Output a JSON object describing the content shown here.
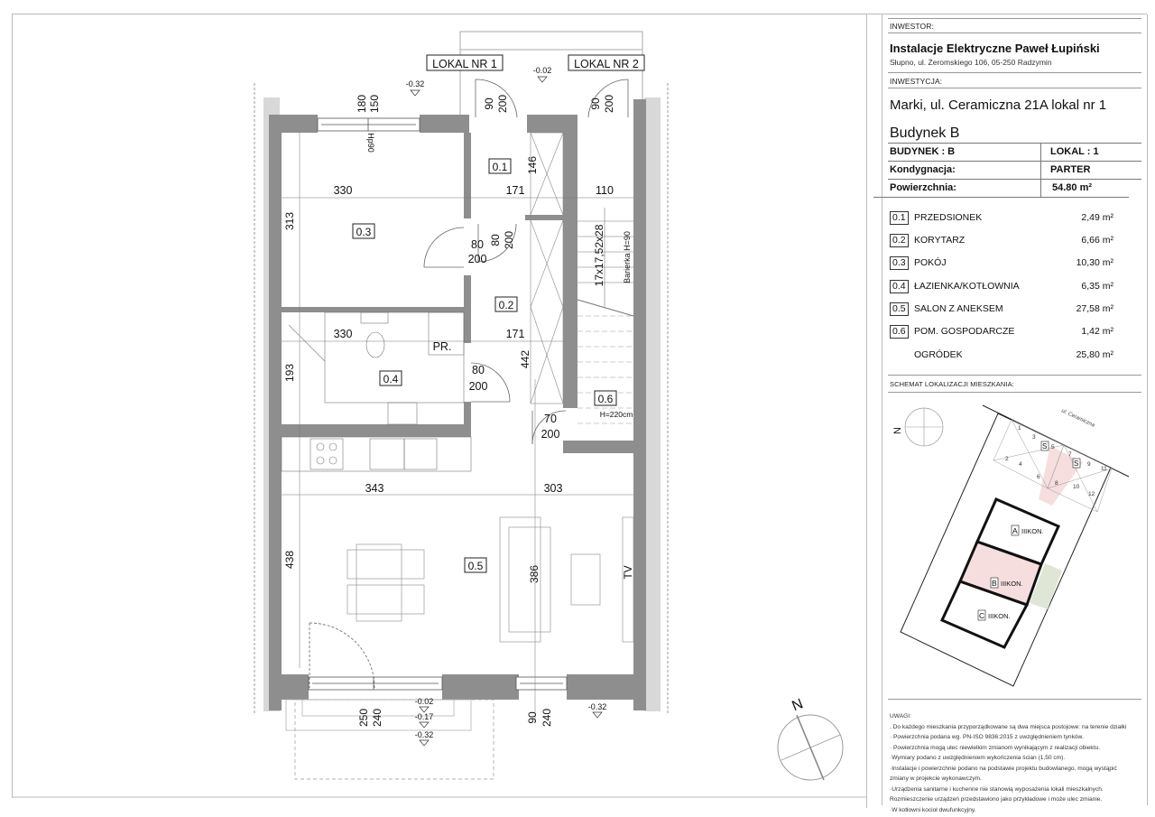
{
  "title_block": {
    "investor_label": "INWESTOR:",
    "investor_name": "Instalacje Elektryczne Paweł Łupiński",
    "investor_address": "Słupno, ul. Żeromskiego 106, 05-250 Radzymin",
    "investment_label": "INWESTYCJA:",
    "investment_title": "Marki, ul. Ceramiczna 21A lokal  nr 1",
    "building_title": "Budynek B",
    "info_grid": [
      {
        "left": "BUDYNEK : B",
        "right": "LOKAL : 1"
      },
      {
        "left": "Kondygnacja:",
        "right": "PARTER"
      },
      {
        "left": "Powierzchnia:",
        "right": "54.80 m²"
      }
    ],
    "rooms": [
      {
        "code": "0.1",
        "name": "PRZEDSIONEK",
        "area": "2,49 m²"
      },
      {
        "code": "0.2",
        "name": "KORYTARZ",
        "area": "6,66 m²"
      },
      {
        "code": "0.3",
        "name": "POKÓJ",
        "area": "10,30 m²"
      },
      {
        "code": "0.4",
        "name": "ŁAZIENKA/KOTŁOWNIA",
        "area": "6,35 m²"
      },
      {
        "code": "0.5",
        "name": "SALON Z ANEKSEM",
        "area": "27,58 m²"
      },
      {
        "code": "0.6",
        "name": "POM. GOSPODARCZE",
        "area": "1,42 m²"
      },
      {
        "code": "",
        "name": "OGRÓDEK",
        "area": "25,80 m²"
      }
    ],
    "schema_label": "SCHEMAT LOKALIZACJI MIESZKANIA:",
    "notes_label": "UWAGI:",
    "notes": [
      ". Do każdego mieszkania przyporządkowane są dwa miejsca postojowe: na terenie działki",
      "· Powierzchnia podana wg. PN-ISO 9836:2015 z uwzględnieniem tynków.",
      "· Powierzchnia mogą ulec niewielkim zmianom wynikającym z realizacji obiektu.",
      "·Wymiary podano z uwzględnieniem wykończenia ścian (1,50 cm).",
      "·Instalacje i powierzchnie podano na podstawie projektu budowlanego, mogą wystąpić",
      "zmiany w projekcie wykonawczym.",
      "·Urządzenia sanitarne i kuchenne nie stanowią wyposażenia lokali mieszkalnych.",
      "Rozmieszczenie urządzeń przedstawiono jako przykładowe i może ulec zmianie.",
      "·W kotłowni kocioł dwufunkcyjny."
    ]
  },
  "site_schema": {
    "north_label": "N",
    "street_label": "ul. Ceramiczna",
    "buildings": [
      {
        "letter": "A",
        "label": "IIIKON."
      },
      {
        "letter": "B",
        "label": "IIIKON."
      },
      {
        "letter": "C",
        "label": "IIIKON."
      }
    ],
    "parking_numbers": [
      "1",
      "2",
      "3",
      "4",
      "5",
      "6",
      "7",
      "8",
      "9",
      "10",
      "11",
      "12"
    ],
    "parking_marker": "S",
    "highlight_color": "#f6dede",
    "garden_color": "#dfe6d6"
  },
  "floor_plan": {
    "unit_labels": [
      "LOKAL NR 1",
      "LOKAL NR 2"
    ],
    "north_label": "N",
    "room_tags": [
      "0.1",
      "0.2",
      "0.3",
      "0.4",
      "0.5",
      "0.6"
    ],
    "dimensions": {
      "top_window_w": "180",
      "top_window_h": "150",
      "window_sill": "Hp90",
      "door_entry1_w": "90",
      "door_entry1_h": "200",
      "door_entry2_w": "90",
      "door_entry2_h": "200",
      "room03_w": "330",
      "hall_w": "171",
      "vest_h": "146",
      "stair_w": "110",
      "room03_h": "313",
      "door03_w": "80",
      "door03_h": "200",
      "door01_w": "80",
      "door01_h": "200",
      "stairs": "17x17,52x28",
      "railing": "Barierka H=90",
      "bath_w": "330",
      "hall2_w": "171",
      "pr_label": "PR.",
      "bath_h": "193",
      "hall_h": "442",
      "door04_w": "80",
      "door04_h": "200",
      "door06_w": "70",
      "door06_h": "200",
      "storage_h": "H=220cm",
      "salon_w1": "343",
      "salon_w2": "303",
      "salon_h": "438",
      "sofa_dim": "386",
      "tv_label": "TV",
      "terrace_door_w": "250",
      "terrace_door_h": "240",
      "window_bottom_w": "90",
      "window_bottom_h": "240"
    },
    "levels": [
      "-0.32",
      "-0.02",
      "-0.02",
      "-0.17",
      "-0.32",
      "-0.32"
    ]
  }
}
